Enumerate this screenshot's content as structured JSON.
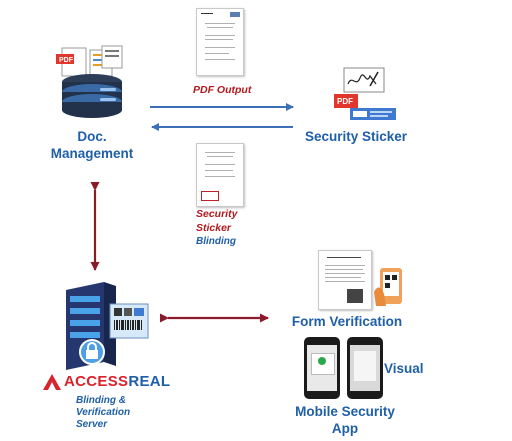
{
  "labels": {
    "doc_management_line1": "Doc.",
    "doc_management_line2": "Management",
    "pdf_output": "PDF Output",
    "security_sticker": "Security Sticker",
    "blinding_line1": "Security",
    "blinding_line2": "Sticker",
    "blinding_line3": "Blinding",
    "form_verification": "Form Verification",
    "visual": "Visual",
    "mobile_app_line1": "Mobile Security",
    "mobile_app_line2": "App",
    "server_caption_line1": "Blinding &",
    "server_caption_line2": "Verification",
    "server_caption_line3": "Server",
    "brand_access": "ACCESS",
    "brand_real": "REAL",
    "pdf_badge": "PDF"
  },
  "colors": {
    "arrow_blue": "#3b6fb6",
    "arrow_red": "#8b1a2b",
    "label_blue": "#1f5fa8",
    "label_red": "#b3191e"
  },
  "icons": {
    "database": "database-icon",
    "server": "server-icon",
    "phone": "smartphone-icon",
    "document": "document-icon",
    "signature": "signature-icon",
    "hand": "hand-phone-icon",
    "logo": "accessreal-logo"
  }
}
